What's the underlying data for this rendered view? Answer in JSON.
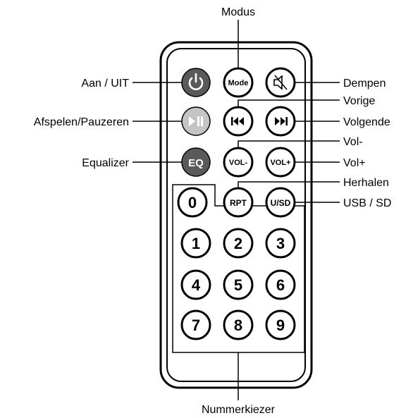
{
  "callouts": {
    "modus": "Modus",
    "aan_uit": "Aan / UIT",
    "afspelen": "Afspelen/Pauzeren",
    "equalizer": "Equalizer",
    "dempen": "Dempen",
    "vorige": "Vorige",
    "volgende": "Volgende",
    "vol_min": "Vol-",
    "vol_plus": "Vol+",
    "herhalen": "Herhalen",
    "usb_sd": "USB / SD",
    "nummerkiezer": "Nummerkiezer"
  },
  "buttons": {
    "mode": "Mode",
    "eq": "EQ",
    "vol_minus": "VOL-",
    "vol_plus": "VOL+",
    "rpt": "RPT",
    "usd": "U/SD",
    "digits": [
      "0",
      "1",
      "2",
      "3",
      "4",
      "5",
      "6",
      "7",
      "8",
      "9"
    ]
  },
  "icons": {
    "power": "power-icon",
    "play_pause": "play-pause-icon",
    "mute": "mute-icon",
    "previous": "previous-icon",
    "next": "next-icon"
  },
  "colors": {
    "dark_button": "#5a5a5a",
    "light_button": "#c4c4c4",
    "outline": "#000000"
  }
}
